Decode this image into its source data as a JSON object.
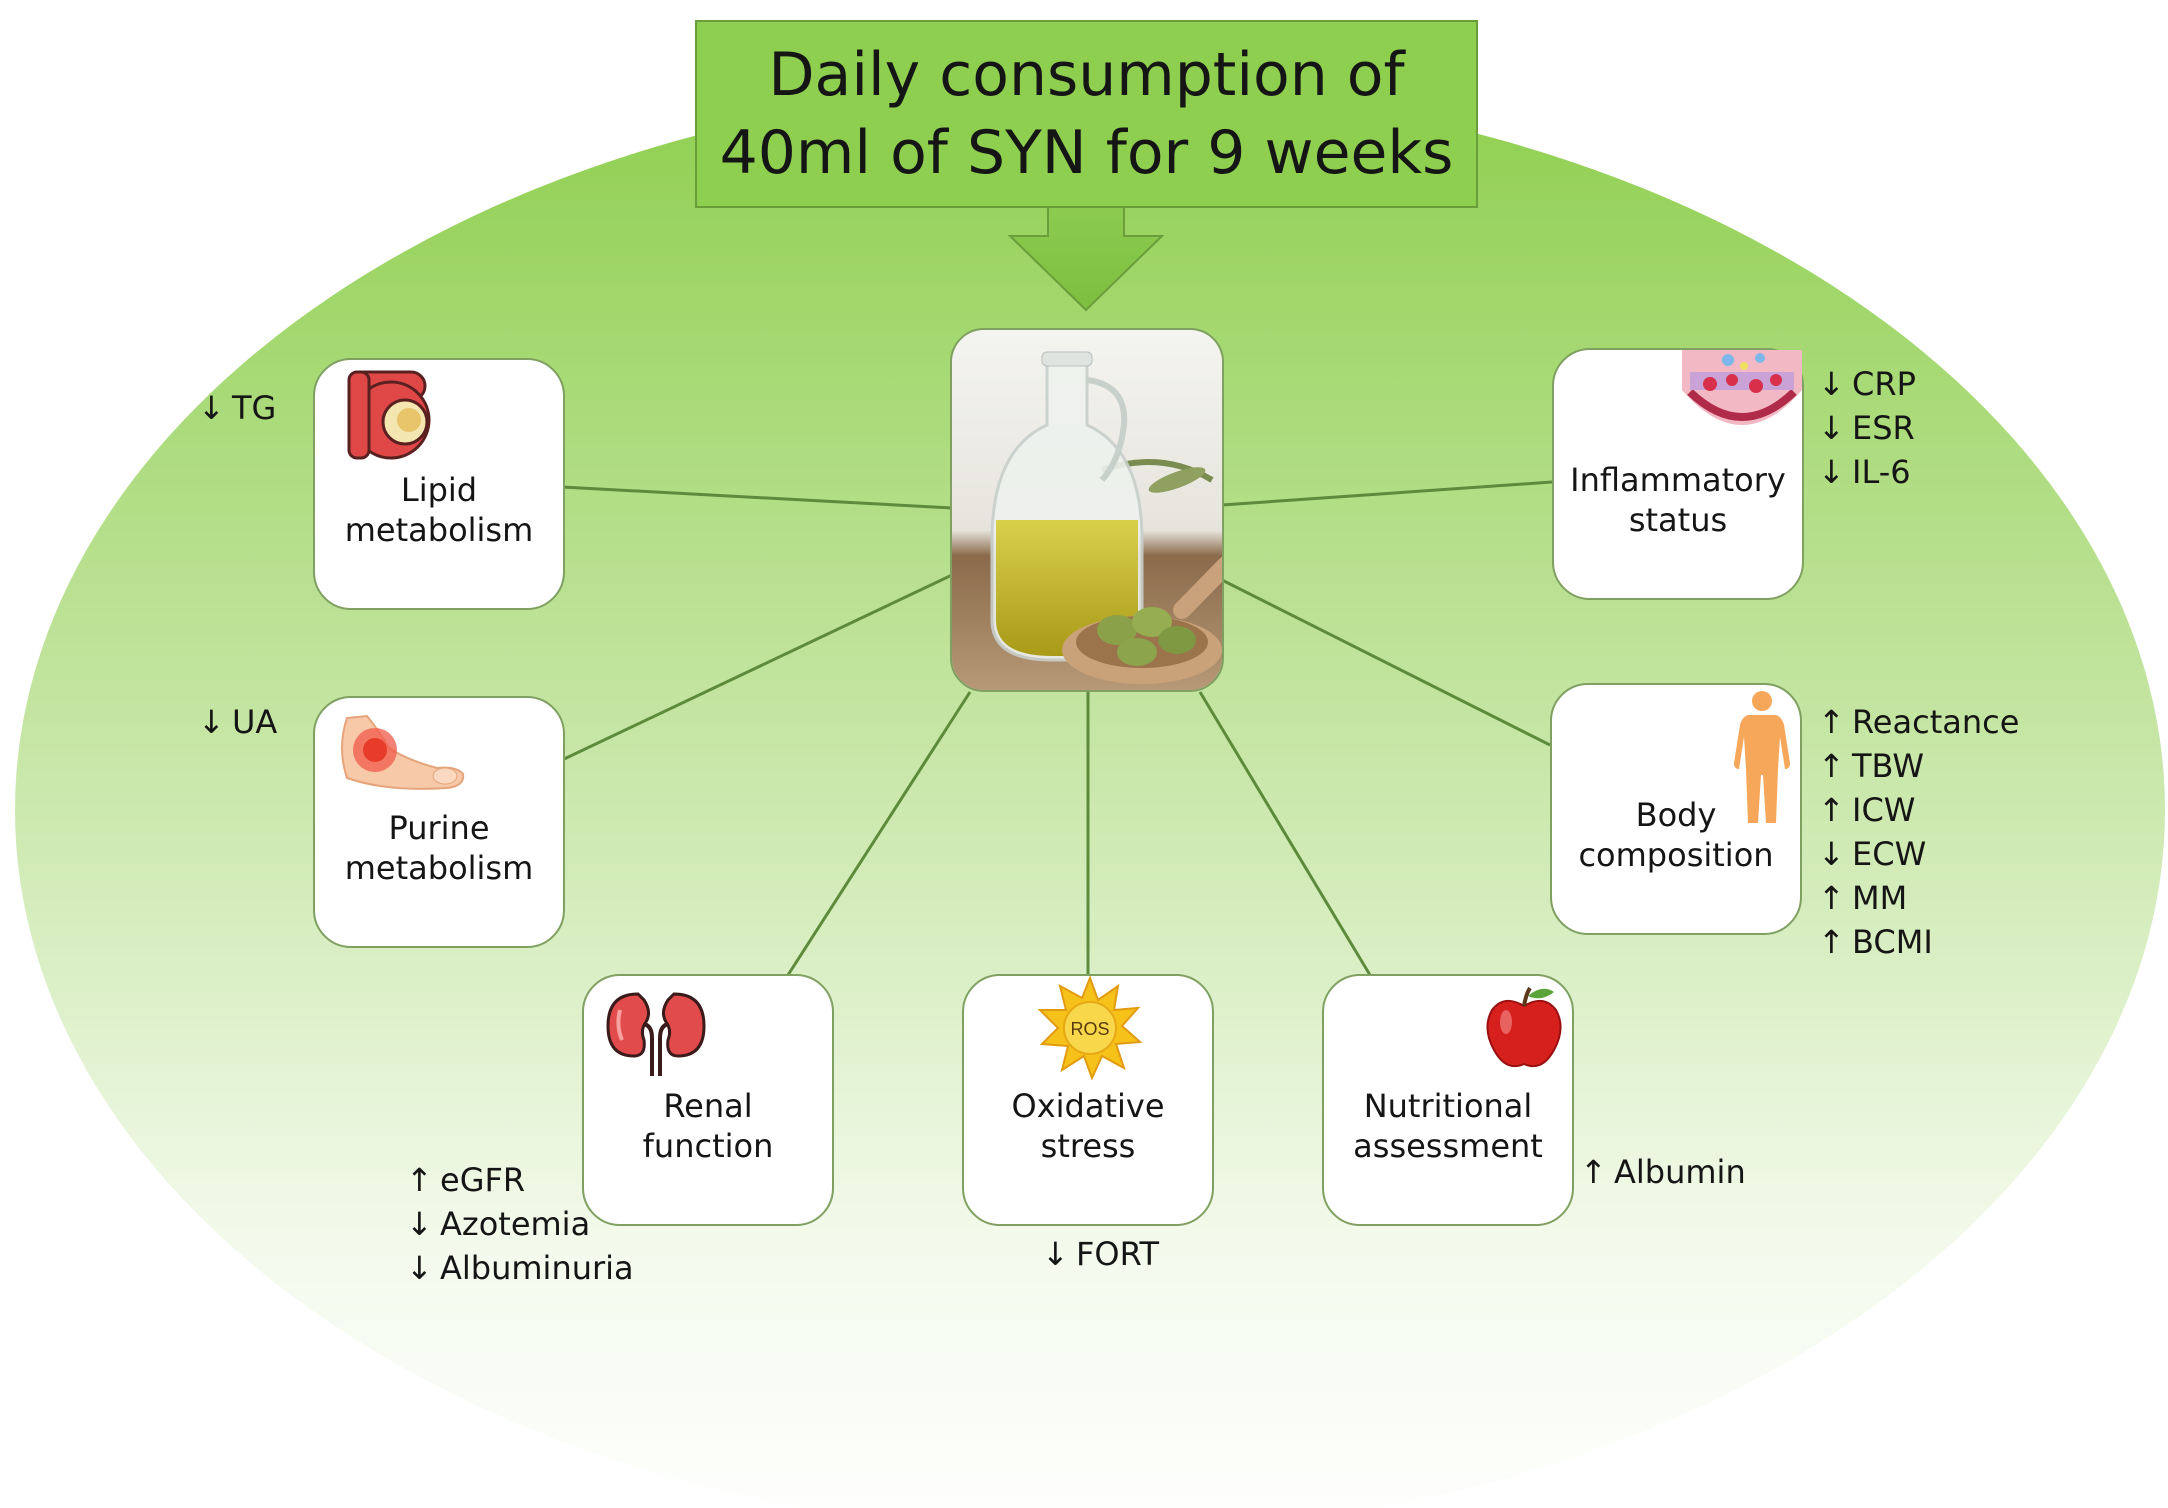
{
  "title": {
    "line1": "Daily consumption of",
    "line2": "40ml of SYN for 9 weeks"
  },
  "colors": {
    "title_fill": "#8fcf4f",
    "ellipse_top": "#8fcf4f",
    "ellipse_bottom": "#ffffff",
    "connector": "#5d8a3b"
  },
  "center": {
    "icon": "olive-oil-photo"
  },
  "nodes": {
    "lipid": {
      "label": [
        "Lipid",
        "metabolism"
      ],
      "icon": "artery-plaque-icon",
      "markers": [
        {
          "arrow": "↓",
          "text": "TG"
        }
      ]
    },
    "purine": {
      "label": [
        "Purine",
        "metabolism"
      ],
      "icon": "gout-foot-icon",
      "markers": [
        {
          "arrow": "↓",
          "text": "UA"
        }
      ]
    },
    "renal": {
      "label": [
        "Renal",
        "function"
      ],
      "icon": "kidneys-icon",
      "markers": [
        {
          "arrow": "↑",
          "text": "eGFR"
        },
        {
          "arrow": "↓",
          "text": "Azotemia"
        },
        {
          "arrow": "↓",
          "text": "Albuminuria"
        }
      ]
    },
    "oxidative": {
      "label": [
        "Oxidative",
        "stress"
      ],
      "icon": "ros-sun-icon",
      "icon_text": "ROS",
      "markers": [
        {
          "arrow": "↓",
          "text": "FORT"
        }
      ]
    },
    "nutritional": {
      "label": [
        "Nutritional",
        "assessment"
      ],
      "icon": "apple-icon",
      "markers": [
        {
          "arrow": "↑",
          "text": "Albumin"
        }
      ]
    },
    "inflammatory": {
      "label": [
        "Inflammatory",
        "status"
      ],
      "icon": "inflamed-vessel-icon",
      "markers": [
        {
          "arrow": "↓",
          "text": "CRP"
        },
        {
          "arrow": "↓",
          "text": "ESR"
        },
        {
          "arrow": "↓",
          "text": "IL-6"
        }
      ]
    },
    "body": {
      "label": [
        "Body",
        "composition"
      ],
      "icon": "human-body-icon",
      "markers": [
        {
          "arrow": "↑",
          "text": "Reactance"
        },
        {
          "arrow": "↑",
          "text": "TBW"
        },
        {
          "arrow": "↑",
          "text": "ICW"
        },
        {
          "arrow": "↓",
          "text": "ECW"
        },
        {
          "arrow": "↑",
          "text": "MM"
        },
        {
          "arrow": "↑",
          "text": "BCMI"
        }
      ]
    }
  }
}
